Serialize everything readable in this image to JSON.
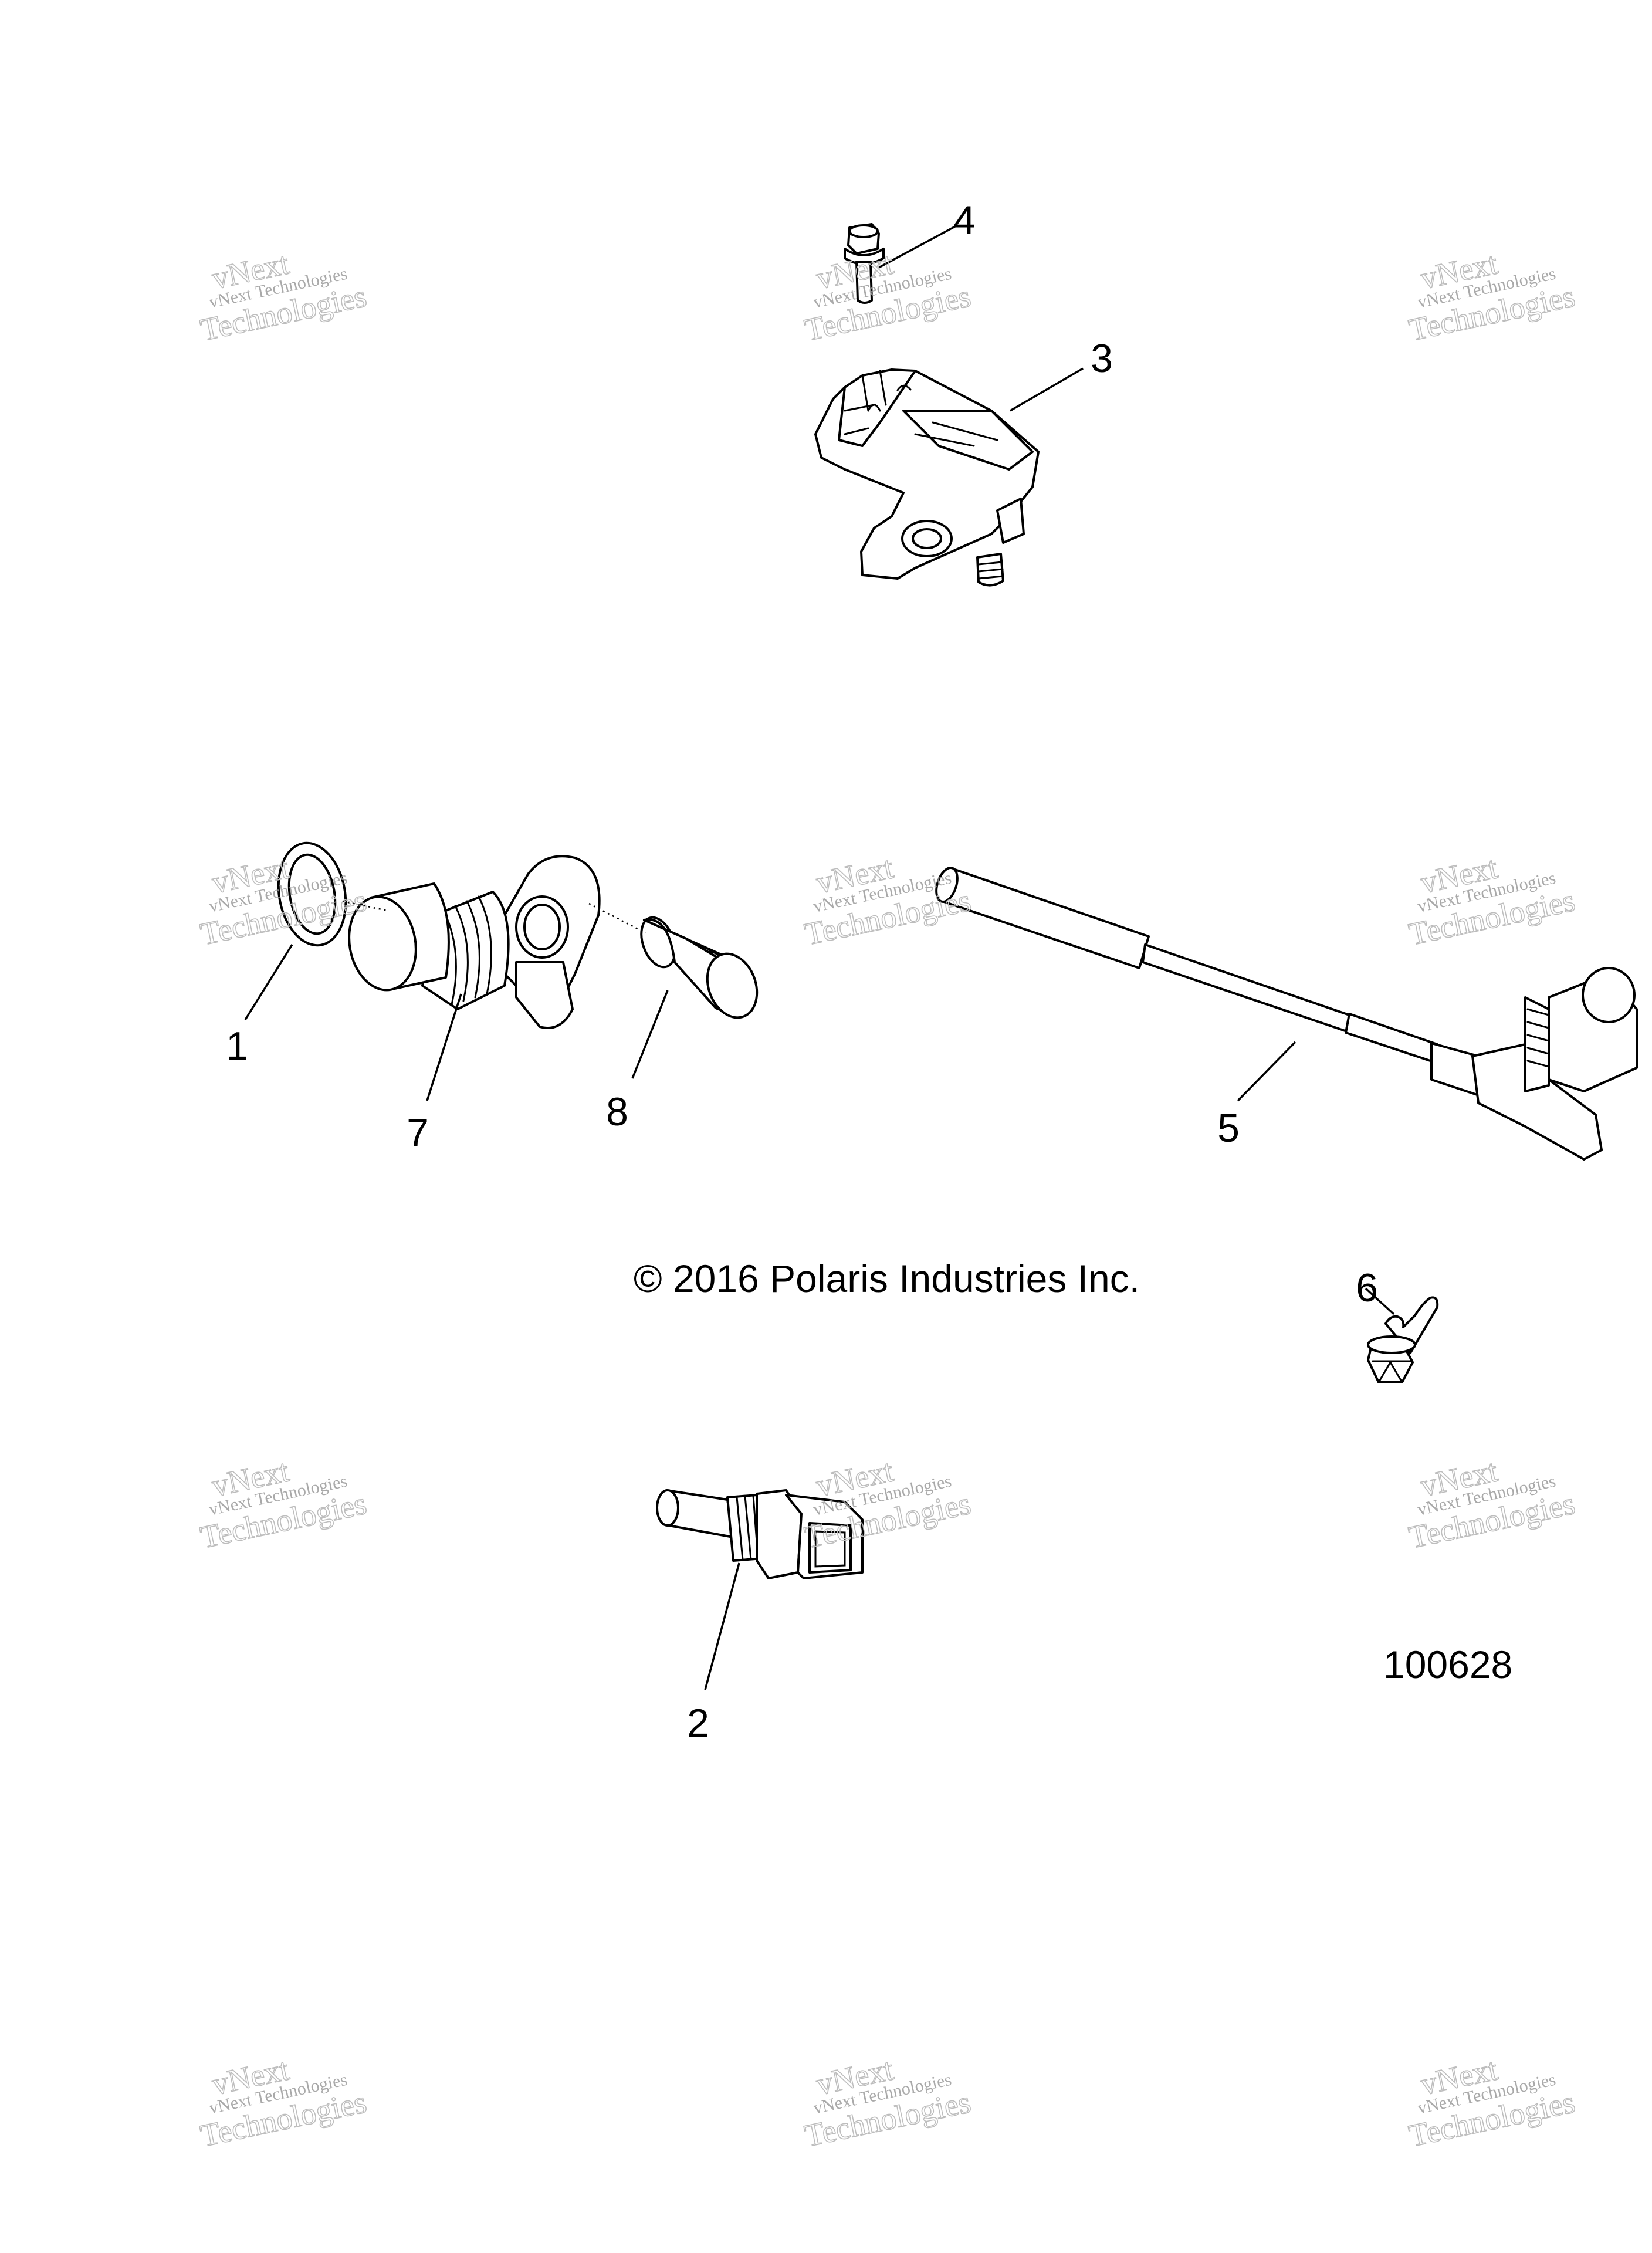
{
  "callouts": [
    {
      "number": "1"
    },
    {
      "number": "2"
    },
    {
      "number": "3"
    },
    {
      "number": "4"
    },
    {
      "number": "5"
    },
    {
      "number": "6"
    },
    {
      "number": "7"
    },
    {
      "number": "8"
    }
  ],
  "copyright": "© 2016 Polaris Industries Inc.",
  "diagram_id": "100628",
  "watermark": {
    "line1": "vNext Technologies",
    "line2": "vNext",
    "line3": "Technologies"
  }
}
